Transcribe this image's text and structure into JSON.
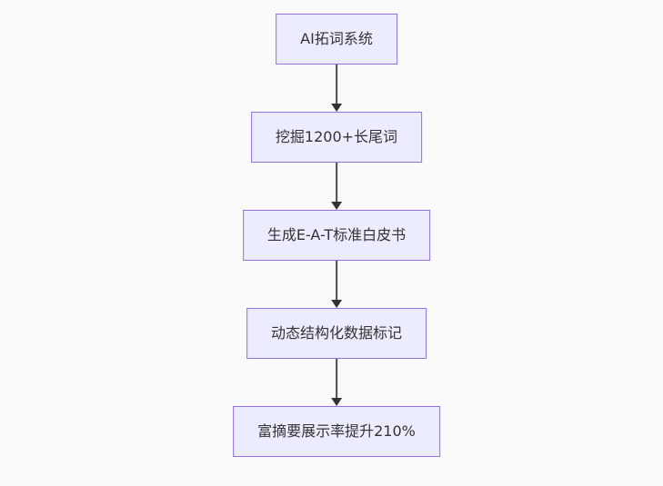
{
  "flowchart": {
    "background_color": "#fafafa",
    "node_fill_color": "#ECECFF",
    "node_border_color": "#9370DB",
    "arrow_color": "#333333",
    "text_color": "#333333",
    "nodes": [
      {
        "label": "AI拓词系统"
      },
      {
        "label": "挖掘1200+长尾词"
      },
      {
        "label": "生成E-A-T标准白皮书"
      },
      {
        "label": "动态结构化数据标记"
      },
      {
        "label": "富摘要展示率提升210%"
      }
    ]
  }
}
